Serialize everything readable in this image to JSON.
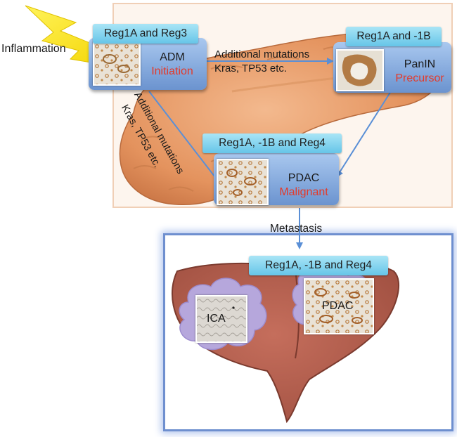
{
  "inflammation_label": "Inflammation",
  "stages": {
    "adm": {
      "tag": "Reg1A and Reg3",
      "name": "ADM",
      "role": "Initiation"
    },
    "panin": {
      "tag": "Reg1A and -1B",
      "name": "PanIN",
      "role": "Precursor"
    },
    "pdac": {
      "tag": "Reg1A, -1B and Reg4",
      "name": "PDAC",
      "role": "Malignant"
    }
  },
  "mutations_horizontal": {
    "line1": "Additional mutations",
    "line2": "Kras, TP53 etc."
  },
  "mutations_diagonal": {
    "line1": "Additional mutations",
    "line2": "Kras, TP53 etc."
  },
  "metastasis_label": "Metastasis",
  "liver": {
    "tag": "Reg1A, -1B and Reg4",
    "ica_label": "ICA",
    "pdac_label": "PDAC"
  },
  "colors": {
    "accent_red": "#e33a2a",
    "tag_blue": "#66c5e8",
    "card_blue": "#6b93cf",
    "arrow_blue": "#5a8fd6"
  }
}
